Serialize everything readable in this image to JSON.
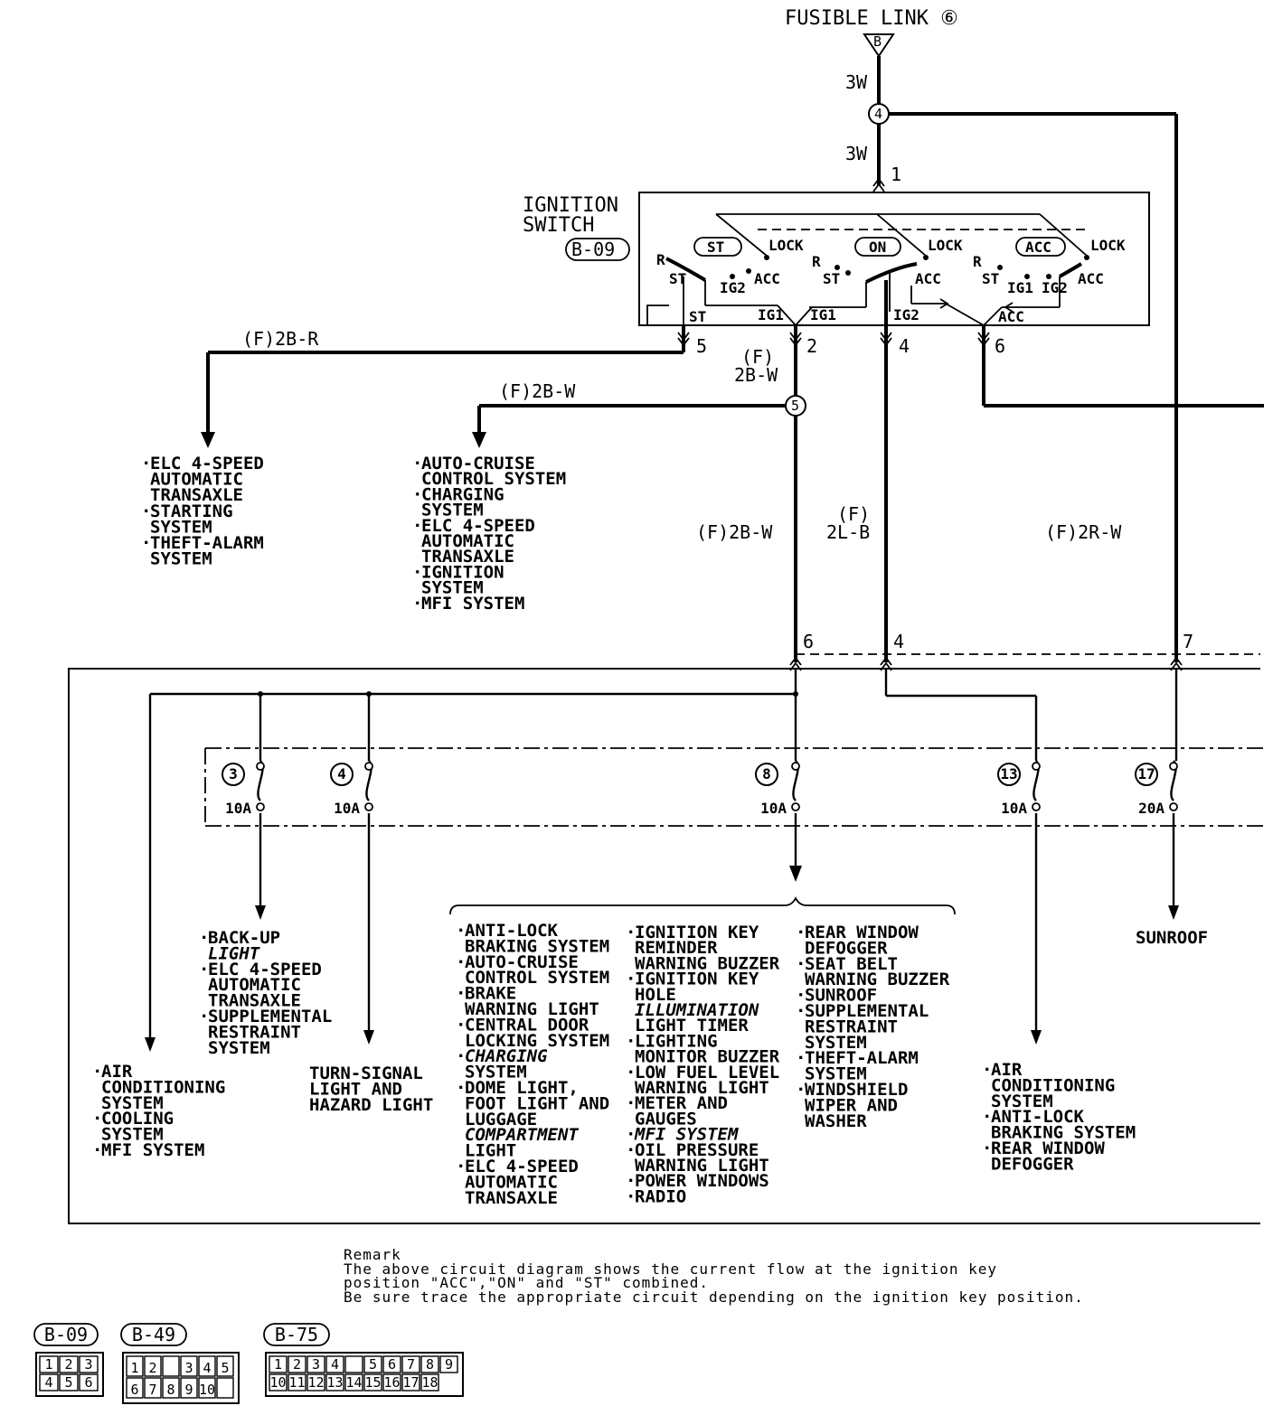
{
  "top": {
    "fusible_link": "FUSIBLE LINK ⑥",
    "connector_letter": "B",
    "wire_3w_a": "3W",
    "wire_3w_b": "3W",
    "junction_4": "4",
    "pin_1": "1"
  },
  "ignition_switch": {
    "title_line1": "IGNITION",
    "title_line2": "SWITCH",
    "connector_ref": "B-09",
    "positions": {
      "st": "ST",
      "on": "ON",
      "acc": "ACC",
      "lock": "LOCK",
      "r": "R",
      "ig1": "IG1",
      "ig2": "IG2"
    }
  },
  "outputs": {
    "pin_5": "5",
    "pin_2": "2",
    "pin_4": "4",
    "pin_6": "6",
    "wire_f2br": "(F)2B-R",
    "wire_f2bw_top_a": "(F)",
    "wire_f2bw_top_b": "2B-W",
    "wire_f2bw_branch": "(F)2B-W",
    "junction_5": "5",
    "wire_f2bw_main": "(F)2B-W",
    "wire_f2lb_a": "(F)",
    "wire_f2lb_b": "2L-B",
    "wire_f2rw": "(F)2R-W"
  },
  "group_left": [
    "ELC 4-SPEED",
    "AUTOMATIC",
    "TRANSAXLE",
    "STARTING",
    "SYSTEM",
    "THEFT-ALARM",
    "SYSTEM"
  ],
  "group_mid": [
    "AUTO-CRUISE",
    "CONTROL SYSTEM",
    "CHARGING",
    "SYSTEM",
    "ELC 4-SPEED",
    "AUTOMATIC",
    "TRANSAXLE",
    "IGNITION",
    "SYSTEM",
    "MFI SYSTEM"
  ],
  "junction_block": {
    "pin_6": "6",
    "pin_4": "4",
    "pin_7": "7",
    "fuses": [
      {
        "num": "3",
        "rating": "10A"
      },
      {
        "num": "4",
        "rating": "10A"
      },
      {
        "num": "8",
        "rating": "10A"
      },
      {
        "num": "13",
        "rating": "10A"
      },
      {
        "num": "17",
        "rating": "20A"
      }
    ]
  },
  "loads": {
    "backup": [
      "BACK-UP",
      "LIGHT",
      "ELC 4-SPEED",
      "AUTOMATIC",
      "TRANSAXLE",
      "SUPPLEMENTAL",
      "RESTRAINT",
      "SYSTEM"
    ],
    "aircon_left": [
      "AIR",
      "CONDITIONING",
      "SYSTEM",
      "COOLING",
      "SYSTEM",
      "MFI SYSTEM"
    ],
    "turn": [
      "TURN-SIGNAL",
      "LIGHT AND",
      "HAZARD LIGHT"
    ],
    "col1": [
      "ANTI-LOCK",
      "BRAKING SYSTEM",
      "AUTO-CRUISE",
      "CONTROL SYSTEM",
      "BRAKE",
      "WARNING LIGHT",
      "CENTRAL DOOR",
      "LOCKING SYSTEM",
      "CHARGING",
      "SYSTEM",
      "DOME LIGHT,",
      "FOOT LIGHT AND",
      "LUGGAGE",
      "COMPARTMENT",
      "LIGHT",
      "ELC 4-SPEED",
      "AUTOMATIC",
      "TRANSAXLE"
    ],
    "col2": [
      "IGNITION KEY",
      "REMINDER",
      "WARNING BUZZER",
      "IGNITION KEY",
      "HOLE",
      "ILLUMINATION",
      "LIGHT TIMER",
      "LIGHTING",
      "MONITOR BUZZER",
      "LOW FUEL LEVEL",
      "WARNING LIGHT",
      "METER AND",
      "GAUGES",
      "MFI SYSTEM",
      "OIL PRESSURE",
      "WARNING LIGHT",
      "POWER WINDOWS",
      "RADIO"
    ],
    "col3": [
      "REAR WINDOW",
      "DEFOGGER",
      "SEAT BELT",
      "WARNING BUZZER",
      "SUNROOF",
      "SUPPLEMENTAL",
      "RESTRAINT",
      "SYSTEM",
      "THEFT-ALARM",
      "SYSTEM",
      "WINDSHIELD",
      "WIPER AND",
      "WASHER"
    ],
    "aircon_right": [
      "AIR",
      "CONDITIONING",
      "SYSTEM",
      "ANTI-LOCK",
      "BRAKING SYSTEM",
      "REAR WINDOW",
      "DEFOGGER"
    ],
    "sunroof": "SUNROOF"
  },
  "remark": {
    "title": "Remark",
    "line1": "The above circuit diagram shows the current flow at the ignition key",
    "line2": "position \"ACC\",\"ON\" and \"ST\" combined.",
    "line3": "Be sure trace the appropriate circuit depending on the ignition key position."
  },
  "connectors": {
    "b09": {
      "label": "B-09",
      "pins": [
        "1",
        "2",
        "3",
        "4",
        "5",
        "6"
      ]
    },
    "b49": {
      "label": "B-49",
      "pins": [
        "1",
        "2",
        "",
        "3",
        "4",
        "5",
        "6",
        "7",
        "8",
        "9",
        "10"
      ]
    },
    "b75": {
      "label": "B-75",
      "pins": [
        "1",
        "2",
        "3",
        "4",
        "",
        "5",
        "6",
        "7",
        "8",
        "9",
        "10",
        "11",
        "12",
        "13",
        "14",
        "15",
        "16",
        "17",
        "18"
      ]
    }
  }
}
